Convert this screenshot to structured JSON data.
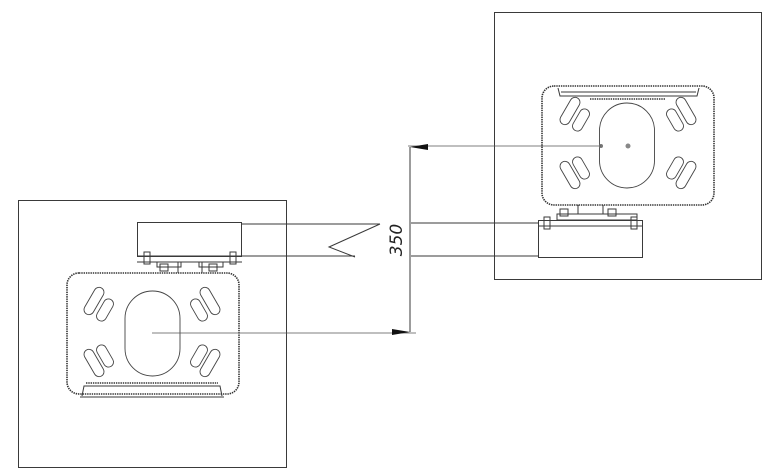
{
  "drawing": {
    "type": "technical drawing",
    "subject": "two wall-mounted devices on a bracket arm, top view",
    "dimension": {
      "label": "350",
      "description": "vertical offset between device centers"
    },
    "colors": {
      "line": "#3a3a3a",
      "background": "#ffffff"
    }
  }
}
